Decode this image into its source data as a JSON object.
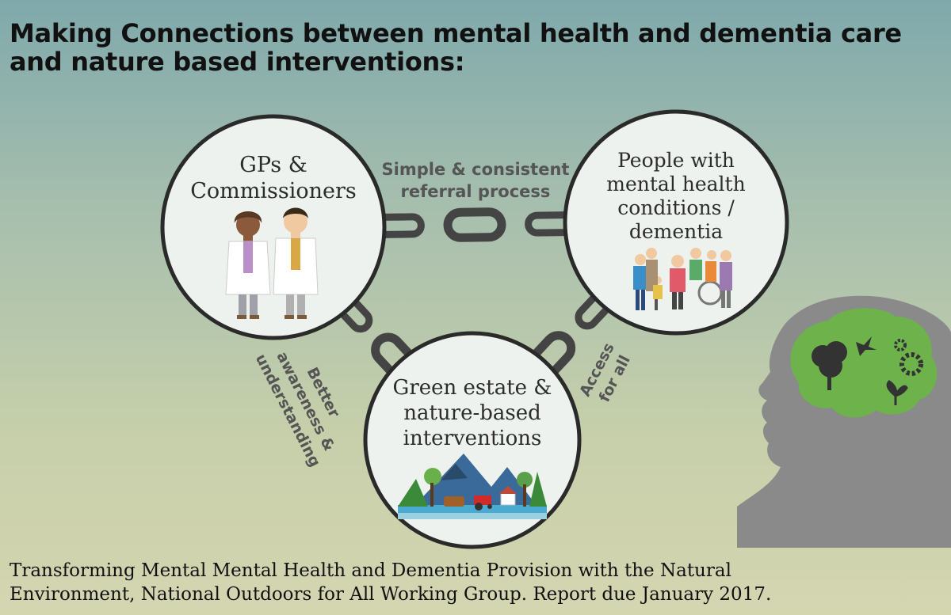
{
  "title": "Making Connections between mental health and dementia care and nature based interventions:",
  "nodes": {
    "gps": {
      "label_line1": "GPs &",
      "label_line2": "Commissioners"
    },
    "people": {
      "label_line1": "People with",
      "label_line2": "mental health",
      "label_line3": "conditions /",
      "label_line4": "dementia"
    },
    "green": {
      "label_line1": "Green estate &",
      "label_line2": "nature-based",
      "label_line3": "interventions"
    }
  },
  "links": {
    "top": {
      "line1": "Simple & consistent",
      "line2": "referral process"
    },
    "left": {
      "line1": "Better",
      "line2": "awareness &",
      "line3": "understanding"
    },
    "right": {
      "line1": "Access",
      "line2": "for all"
    }
  },
  "footer": {
    "line1": "Transforming Mental Mental Health and Dementia Provision with the Natural",
    "line2": "Environment, National Outdoors for All Working Group. Report due January 2017."
  },
  "colors": {
    "chain": "#444444",
    "circle_fill": "#edf2ee",
    "circle_stroke": "#2a2a2a",
    "head": "#8a8a8a",
    "brain": "#6db24b"
  }
}
